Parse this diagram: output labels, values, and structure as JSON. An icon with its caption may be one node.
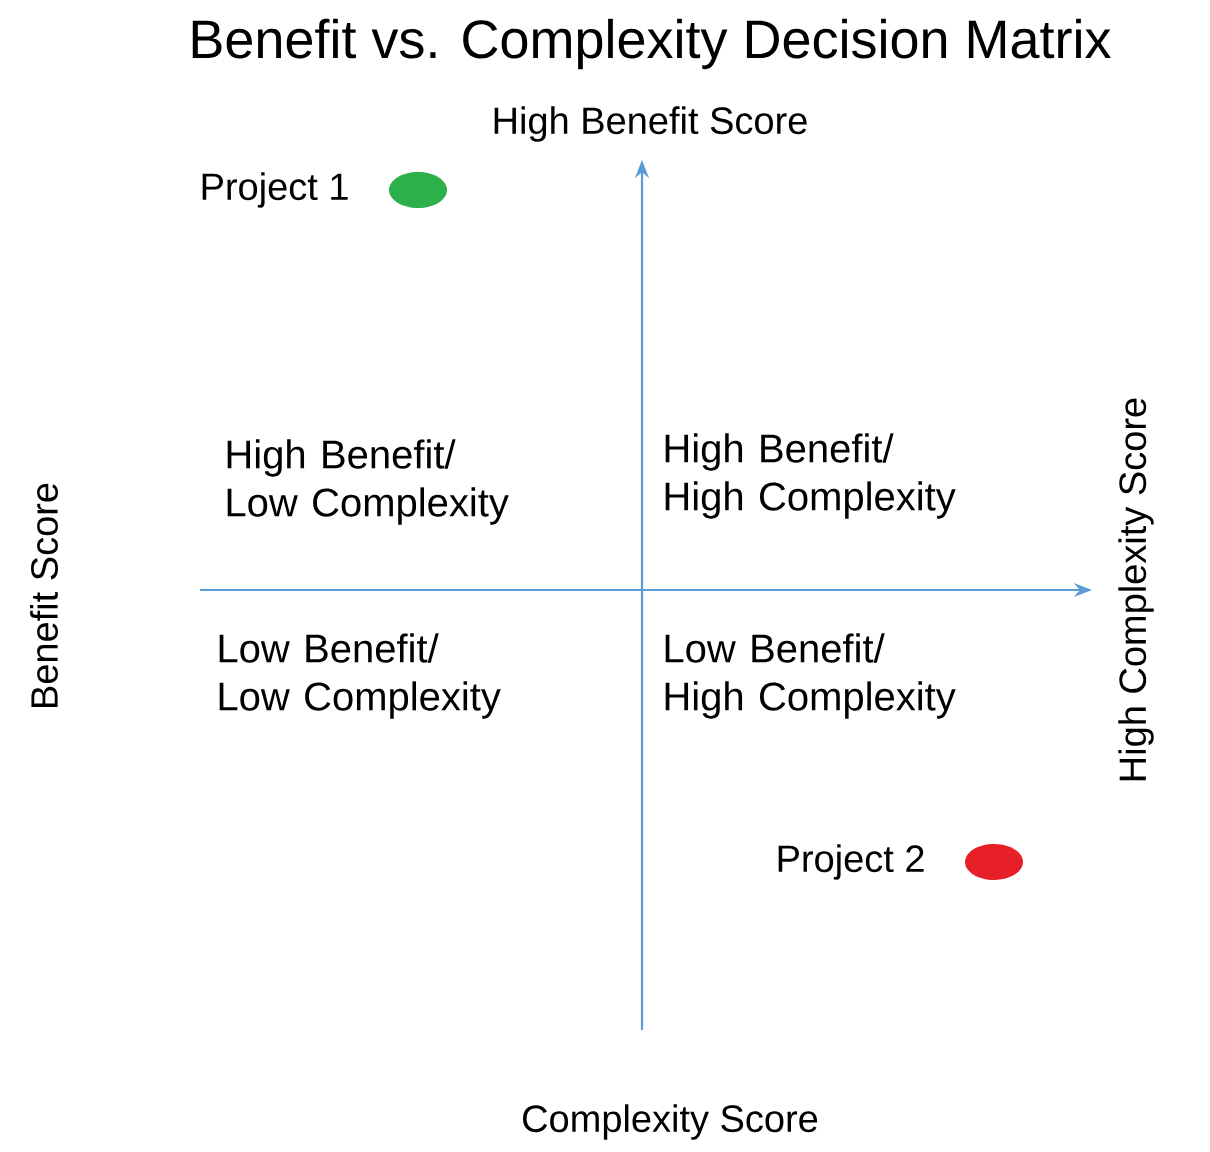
{
  "diagram": {
    "title": "Benefit vs. Complexity Decision Matrix",
    "nodes": [
      {
        "text": [],
        "shape": "circle",
        "beside": [
          "Project 1"
        ]
      },
      {
        "text": [],
        "shape": "circle",
        "beside": [
          "Project 2"
        ]
      }
    ],
    "labels": [
      "High Benefit Score",
      "High Benefit/ Low Complexity",
      "High Benefit/ High Complexity",
      "High Complexity Score",
      "Benefit Score",
      "Low Benefit/ Low Complexity",
      "Low Benefit/ High Complexity",
      "Complexity Score"
    ]
  }
}
